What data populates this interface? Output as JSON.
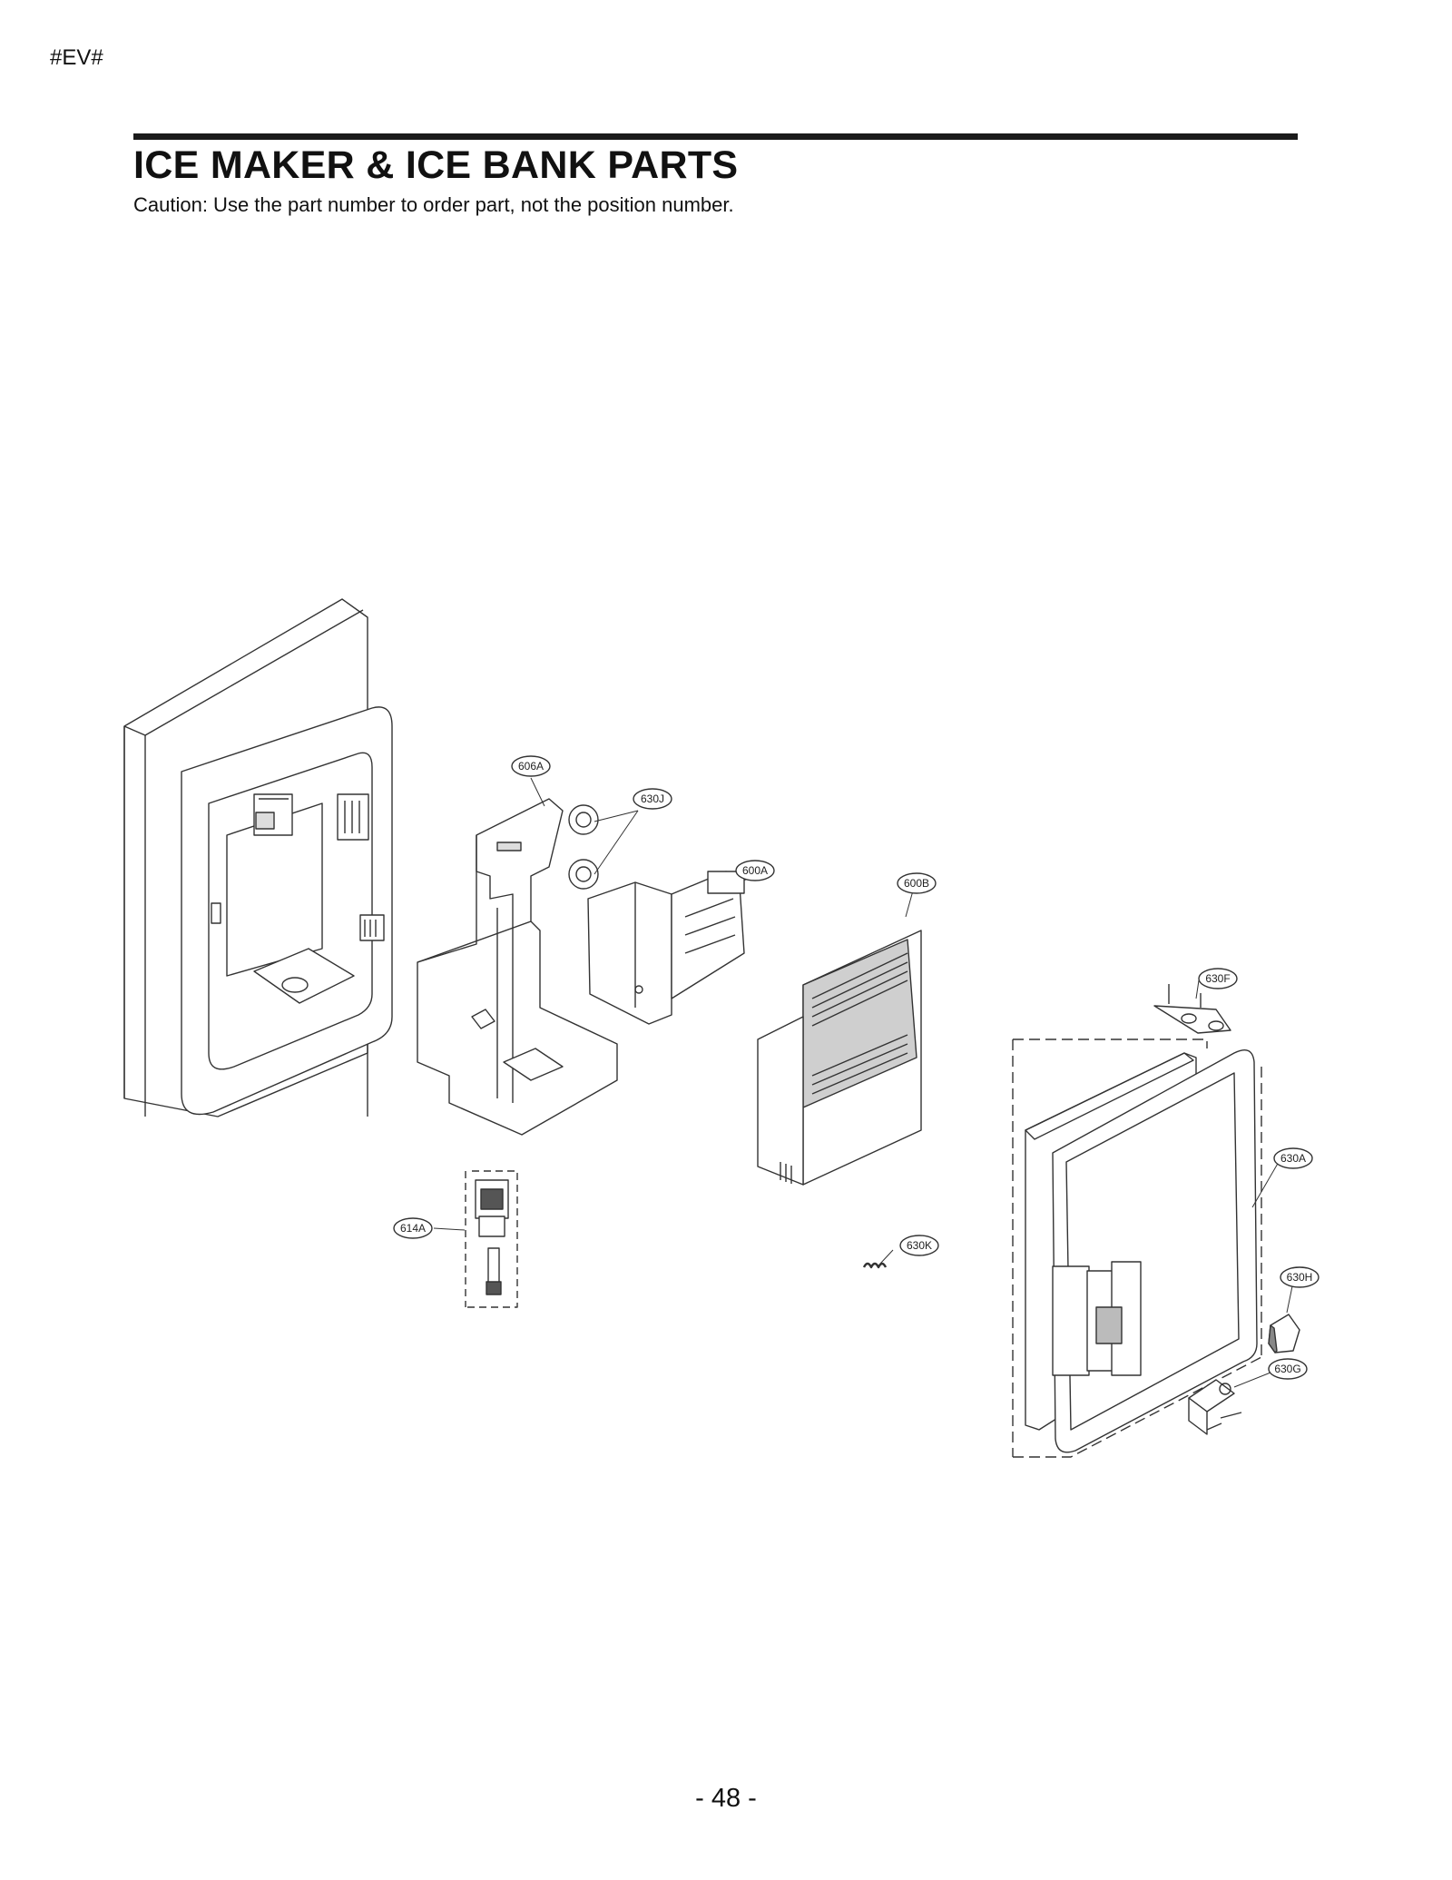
{
  "header": {
    "model_code": "#EV#",
    "title": "ICE MAKER & ICE BANK PARTS",
    "caution": "Caution: Use the part number to order part, not the position number."
  },
  "diagram": {
    "callouts": [
      "606A",
      "630J",
      "600A",
      "600B",
      "630F",
      "630A",
      "614A",
      "630K",
      "630H",
      "630G"
    ]
  },
  "footer": {
    "page_number": "- 48 -"
  }
}
